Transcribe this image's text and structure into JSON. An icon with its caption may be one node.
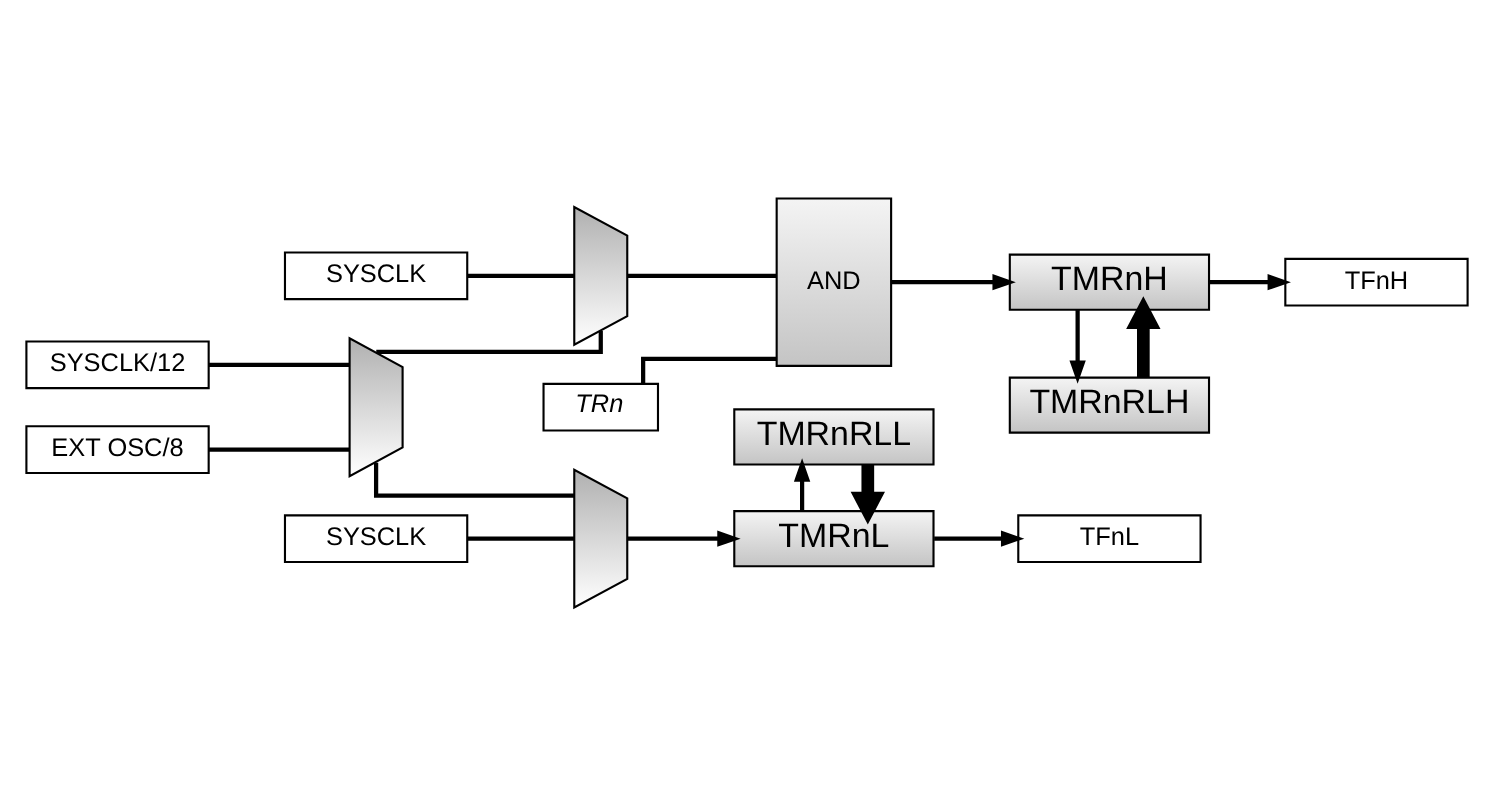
{
  "diagram": {
    "nodes": [
      {
        "text": [
          "SYSCLK"
        ]
      },
      {
        "text": [],
        "shape": "trapezoid"
      },
      {
        "text": [
          "SYSCLK/12"
        ]
      },
      {
        "text": [],
        "shape": "trapezoid"
      },
      {
        "text": [
          "AND"
        ]
      },
      {
        "text": [
          "TMRnH"
        ]
      },
      {
        "text": [
          "TFnH"
        ]
      },
      {
        "text": [
          "EXT OSC/8"
        ]
      },
      {
        "text": [
          "TRn"
        ]
      },
      {
        "text": [
          "TMRnRLH"
        ]
      },
      {
        "text": [],
        "shape": "trapezoid"
      },
      {
        "text": [
          "SYSCLK"
        ]
      },
      {
        "text": [
          "TMRnL"
        ]
      },
      {
        "text": [
          "TFnL"
        ]
      },
      {
        "text": [
          "TMRnRLL"
        ]
      }
    ],
    "edges": [
      {
        "from": 0,
        "to": 1,
        "arrow": "none"
      },
      {
        "from": 2,
        "to": 3,
        "arrow": "none"
      },
      {
        "from": 7,
        "to": 3,
        "arrow": "none"
      },
      {
        "from": 3,
        "to": 1,
        "arrow": "none"
      },
      {
        "from": 3,
        "to": 10,
        "arrow": "none"
      },
      {
        "from": 1,
        "to": 4,
        "arrow": "none"
      },
      {
        "from": 8,
        "to": 4,
        "arrow": "none"
      },
      {
        "from": 4,
        "to": 5,
        "arrow": "to"
      },
      {
        "from": 5,
        "to": 6,
        "arrow": "to"
      },
      {
        "from": 5,
        "to": 9,
        "arrow": "to"
      },
      {
        "from": 9,
        "to": 5,
        "arrow": "to",
        "style": "thick"
      },
      {
        "from": 11,
        "to": 10,
        "arrow": "none"
      },
      {
        "from": 10,
        "to": 12,
        "arrow": "to"
      },
      {
        "from": 12,
        "to": 13,
        "arrow": "to"
      },
      {
        "from": 12,
        "to": 14,
        "arrow": "to"
      },
      {
        "from": 14,
        "to": 12,
        "arrow": "to",
        "style": "thick"
      }
    ]
  }
}
